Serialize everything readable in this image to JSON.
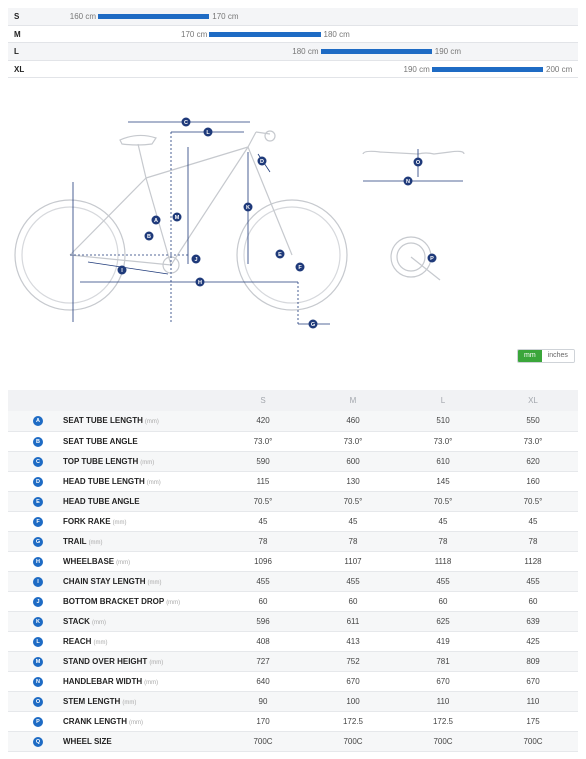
{
  "size_chart": {
    "rows": [
      {
        "size": "S",
        "min_label": "160 cm",
        "max_label": "170 cm",
        "min_cm": 160,
        "max_cm": 170
      },
      {
        "size": "M",
        "min_label": "170 cm",
        "max_label": "180 cm",
        "min_cm": 170,
        "max_cm": 180
      },
      {
        "size": "L",
        "min_label": "180 cm",
        "max_label": "190 cm",
        "min_cm": 180,
        "max_cm": 190
      },
      {
        "size": "XL",
        "min_label": "190 cm",
        "max_label": "200 cm",
        "min_cm": 190,
        "max_cm": 200
      }
    ],
    "bar_color": "#1e6bc4"
  },
  "diagram": {
    "markers": [
      "A",
      "B",
      "C",
      "D",
      "E",
      "F",
      "G",
      "H",
      "I",
      "J",
      "K",
      "L",
      "M",
      "N",
      "O",
      "P"
    ],
    "marker_color": "#1f3a7a"
  },
  "unit_toggle": {
    "active": "mm",
    "inactive": "inches",
    "active_color": "#3aa63a"
  },
  "table": {
    "columns": [
      "S",
      "M",
      "L",
      "XL"
    ],
    "rows": [
      {
        "letter": "A",
        "label": "SEAT TUBE LENGTH",
        "unit": "(mm)",
        "values": [
          "420",
          "460",
          "510",
          "550"
        ]
      },
      {
        "letter": "B",
        "label": "SEAT TUBE ANGLE",
        "unit": "",
        "values": [
          "73.0°",
          "73.0°",
          "73.0°",
          "73.0°"
        ]
      },
      {
        "letter": "C",
        "label": "TOP TUBE LENGTH",
        "unit": "(mm)",
        "values": [
          "590",
          "600",
          "610",
          "620"
        ]
      },
      {
        "letter": "D",
        "label": "HEAD TUBE LENGTH",
        "unit": "(mm)",
        "values": [
          "115",
          "130",
          "145",
          "160"
        ]
      },
      {
        "letter": "E",
        "label": "HEAD TUBE ANGLE",
        "unit": "",
        "values": [
          "70.5°",
          "70.5°",
          "70.5°",
          "70.5°"
        ]
      },
      {
        "letter": "F",
        "label": "FORK RAKE",
        "unit": "(mm)",
        "values": [
          "45",
          "45",
          "45",
          "45"
        ]
      },
      {
        "letter": "G",
        "label": "TRAIL",
        "unit": "(mm)",
        "values": [
          "78",
          "78",
          "78",
          "78"
        ]
      },
      {
        "letter": "H",
        "label": "WHEELBASE",
        "unit": "(mm)",
        "values": [
          "1096",
          "1107",
          "1118",
          "1128"
        ]
      },
      {
        "letter": "I",
        "label": "CHAIN STAY LENGTH",
        "unit": "(mm)",
        "values": [
          "455",
          "455",
          "455",
          "455"
        ]
      },
      {
        "letter": "J",
        "label": "BOTTOM BRACKET DROP",
        "unit": "(mm)",
        "values": [
          "60",
          "60",
          "60",
          "60"
        ]
      },
      {
        "letter": "K",
        "label": "STACK",
        "unit": "(mm)",
        "values": [
          "596",
          "611",
          "625",
          "639"
        ]
      },
      {
        "letter": "L",
        "label": "REACH",
        "unit": "(mm)",
        "values": [
          "408",
          "413",
          "419",
          "425"
        ]
      },
      {
        "letter": "M",
        "label": "STAND OVER HEIGHT",
        "unit": "(mm)",
        "values": [
          "727",
          "752",
          "781",
          "809"
        ]
      },
      {
        "letter": "N",
        "label": "HANDLEBAR WIDTH",
        "unit": "(mm)",
        "values": [
          "640",
          "670",
          "670",
          "670"
        ]
      },
      {
        "letter": "O",
        "label": "STEM LENGTH",
        "unit": "(mm)",
        "values": [
          "90",
          "100",
          "110",
          "110"
        ]
      },
      {
        "letter": "P",
        "label": "CRANK LENGTH",
        "unit": "(mm)",
        "values": [
          "170",
          "172.5",
          "172.5",
          "175"
        ]
      },
      {
        "letter": "Q",
        "label": "WHEEL SIZE",
        "unit": "",
        "values": [
          "700C",
          "700C",
          "700C",
          "700C"
        ]
      }
    ]
  }
}
